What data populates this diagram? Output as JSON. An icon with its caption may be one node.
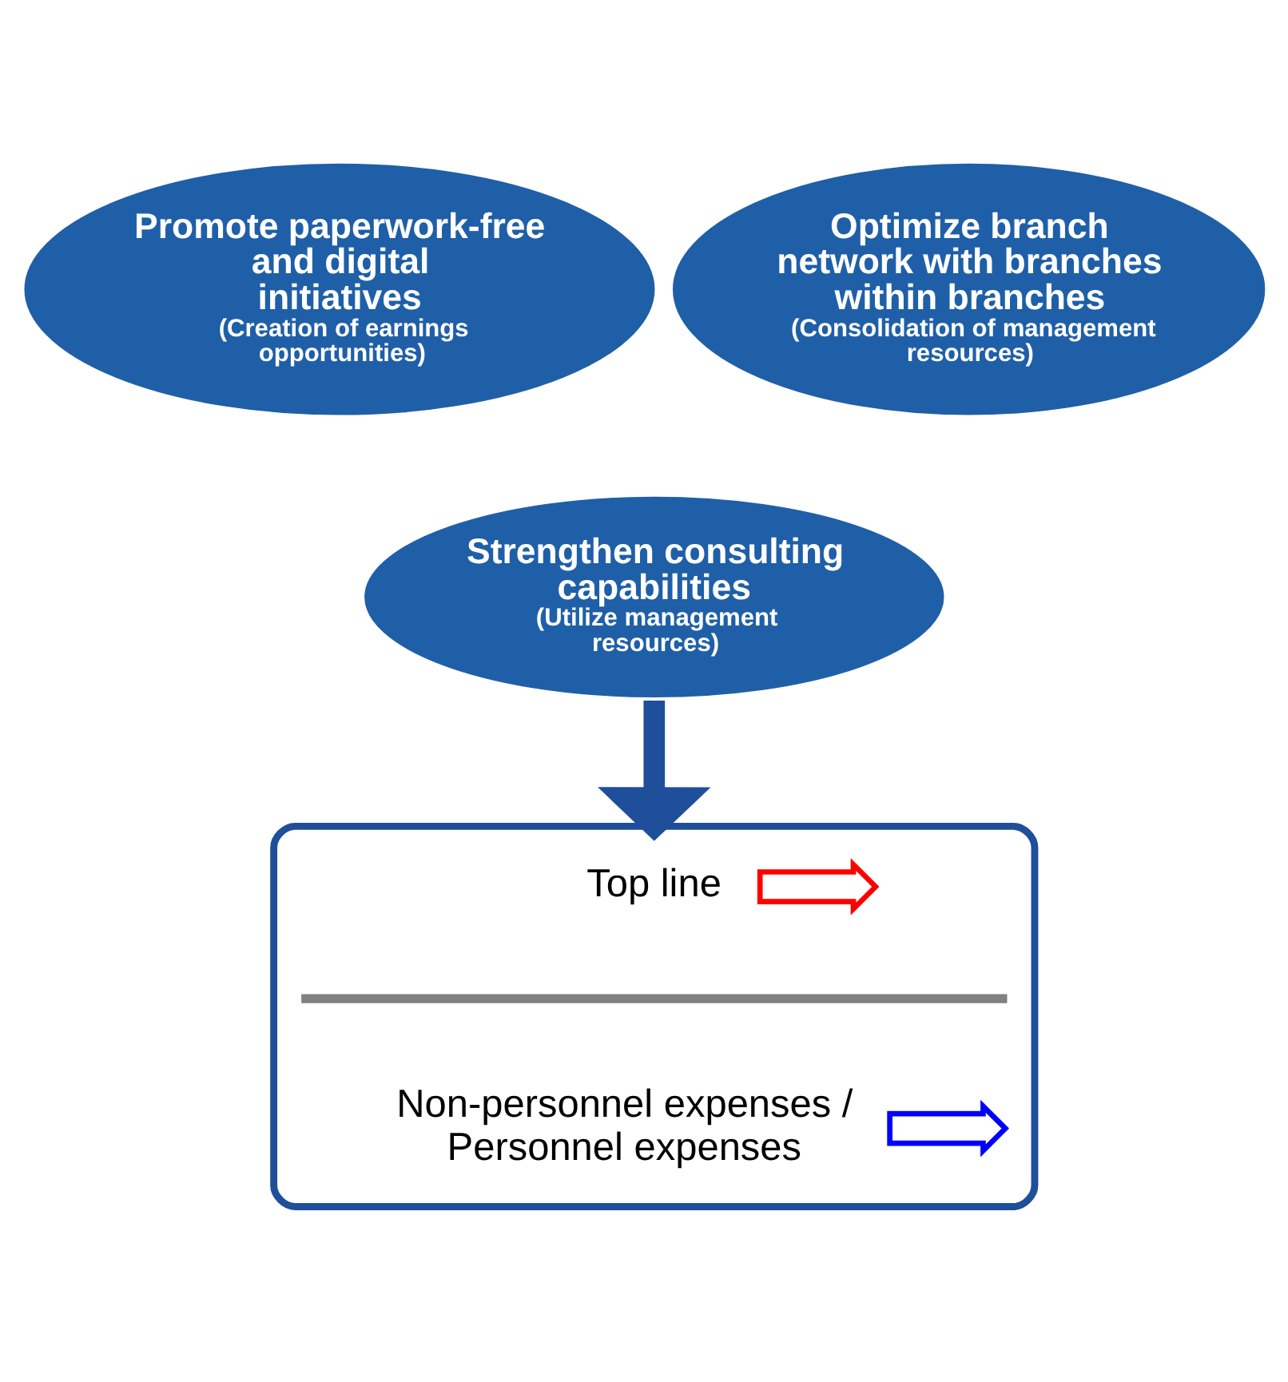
{
  "diagram": {
    "nodes": [
      {
        "text": [
          "Promote paperwork-free and digital initiatives",
          "(Creation of earnings opportunities)"
        ]
      },
      {
        "text": [
          "Optimize branch network with branches within branches",
          "(Consolidation of management resources)"
        ]
      },
      {
        "text": [
          "Strengthen consulting capabilities",
          "(Utilize management resources)"
        ]
      },
      {
        "text": [],
        "shape": "box"
      },
      {
        "text": [
          "Top line"
        ],
        "in": 3
      },
      {
        "text": [],
        "shape": "arrow",
        "in": 3
      },
      {
        "text": [
          "Non-personnel expenses / Personnel expenses"
        ],
        "in": 3
      },
      {
        "text": [],
        "shape": "arrow",
        "in": 3
      }
    ],
    "edges": [
      {
        "from": 2,
        "to": 3,
        "arrow": "to"
      }
    ]
  }
}
